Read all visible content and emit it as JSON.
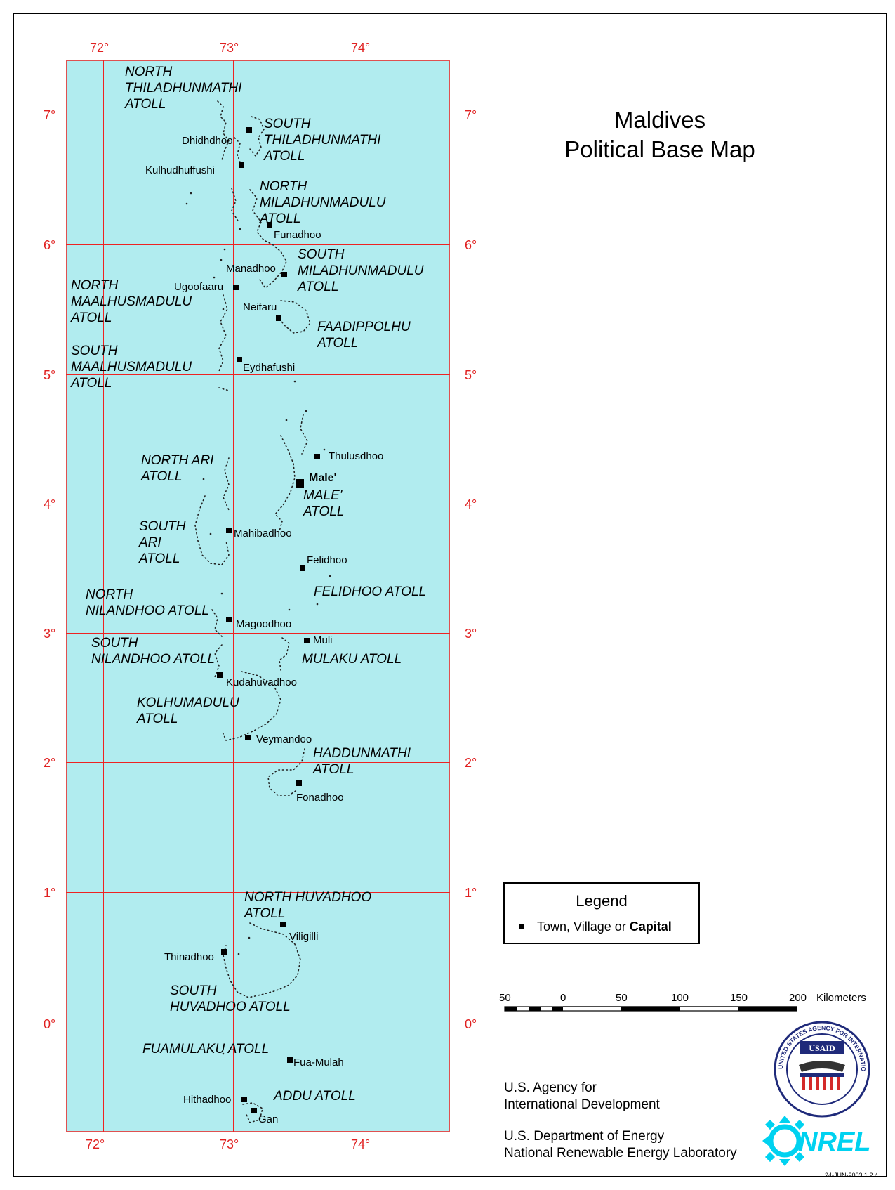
{
  "title": {
    "line1": "Maldives",
    "line2": "Political Base Map"
  },
  "lon_labels": {
    "top": [
      "72°",
      "73°",
      "74°"
    ],
    "bottom": [
      "72°",
      "73°",
      "74°"
    ]
  },
  "lat_labels": [
    "7°",
    "6°",
    "5°",
    "4°",
    "3°",
    "2°",
    "1°",
    "0°"
  ],
  "towns": [
    "Dhidhdhoo",
    "Kulhudhuffushi",
    "Funadhoo",
    "Manadhoo",
    "Ugoofaaru",
    "Neifaru",
    "Eydhafushi",
    "Thulusdhoo",
    "Male'",
    "Mahibadhoo",
    "Felidhoo",
    "Magoodhoo",
    "Muli",
    "Kudahuvadhoo",
    "Veymandoo",
    "Fonadhoo",
    "Viligilli",
    "Thinadhoo",
    "Fua-Mulah",
    "Hithadhoo",
    "Gan"
  ],
  "atolls": [
    "NORTH\nTHILADHUNMATHI\nATOLL",
    "SOUTH\nTHILADHUNMATHI\nATOLL",
    "NORTH\nMILADHUNMADULU\nATOLL",
    "SOUTH\nMILADHUNMADULU\nATOLL",
    "NORTH\nMAALHUSMADULU\nATOLL",
    "FAADIPPOLHU\nATOLL",
    "SOUTH\nMAALHUSMADULU\nATOLL",
    "NORTH ARI\nATOLL",
    "MALE'\nATOLL",
    "SOUTH\nARI\nATOLL",
    "NORTH\nNILANDHOO ATOLL",
    "FELIDHOO ATOLL",
    "SOUTH\nNILANDHOO ATOLL",
    "MULAKU ATOLL",
    "KOLHUMADULU\nATOLL",
    "HADDUNMATHI\nATOLL",
    "NORTH HUVADHOO\nATOLL",
    "SOUTH\nHUVADHOO ATOLL",
    "FUAMULAKU ATOLL",
    "ADDU ATOLL"
  ],
  "legend": {
    "title": "Legend",
    "item_prefix": "Town, Village or ",
    "item_bold": "Capital"
  },
  "scale": {
    "ticks": [
      "50",
      "0",
      "50",
      "100",
      "150",
      "200"
    ],
    "unit": "Kilometers"
  },
  "organizations": {
    "usaid_line1": "U.S. Agency for",
    "usaid_line2": "International Development",
    "doe_line1": "U.S. Department of Energy",
    "doe_line2": "National Renewable Energy Laboratory"
  },
  "seal": {
    "text": "UNITED STATES AGENCY FOR INTERNATIONAL DEVELOPMENT",
    "badge": "USAID"
  },
  "logo": {
    "text": "NREL"
  },
  "colors": {
    "ocean": "#b1ecef",
    "grid": "#ee2222",
    "seal_blue": "#1f2a7a",
    "seal_red": "#d42a2a",
    "logo_cyan": "#00d2f0"
  },
  "date_stamp": "24-JUN-2003 1.2.4"
}
